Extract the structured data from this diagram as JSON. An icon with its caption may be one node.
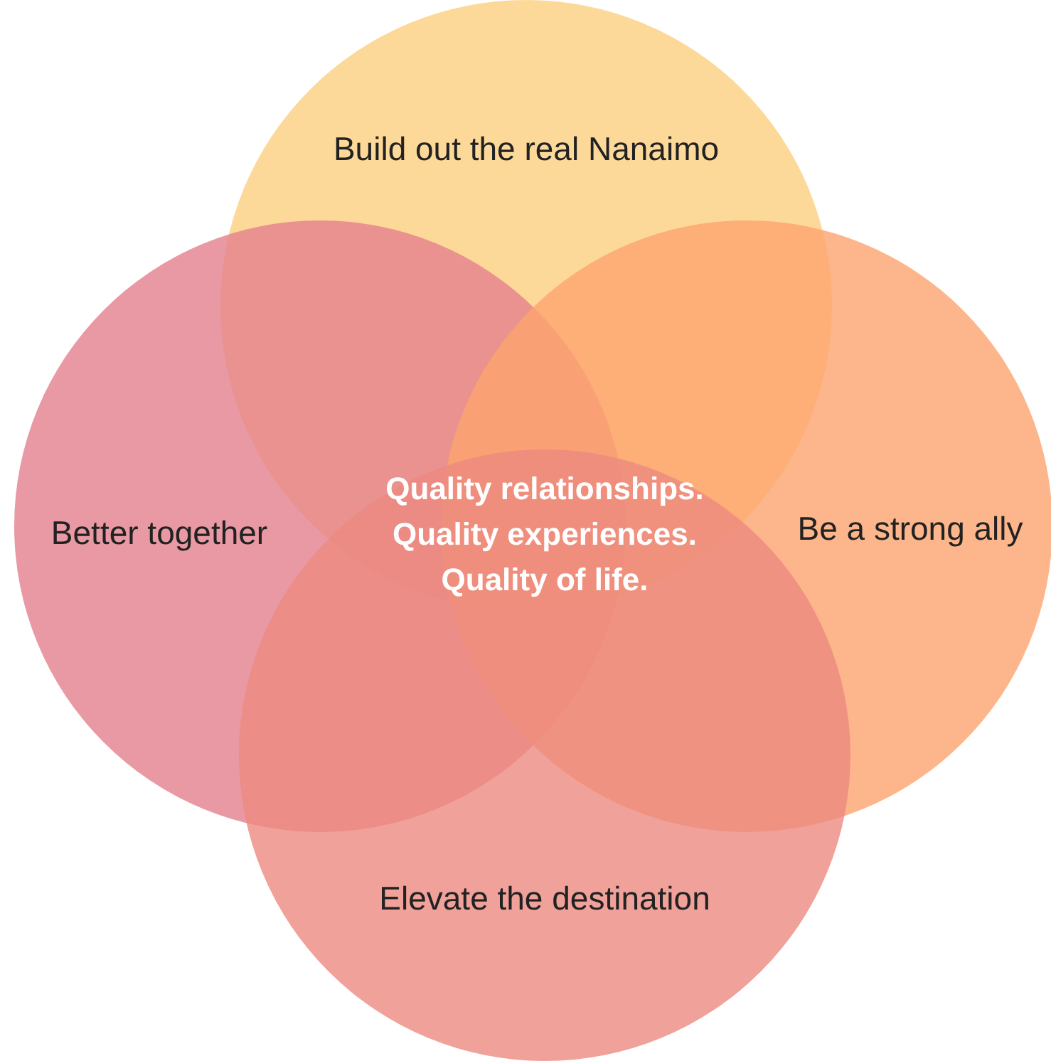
{
  "diagram": {
    "nodes": [
      {
        "text": [
          "Build out the real Nanaimo"
        ]
      },
      {
        "text": [
          "Better together"
        ]
      },
      {
        "text": [
          "Be a strong ally"
        ]
      },
      {
        "text": [
          "Elevate the destination"
        ]
      }
    ],
    "labels": [
      "Quality relationships. Quality experiences. Quality of life."
    ]
  }
}
